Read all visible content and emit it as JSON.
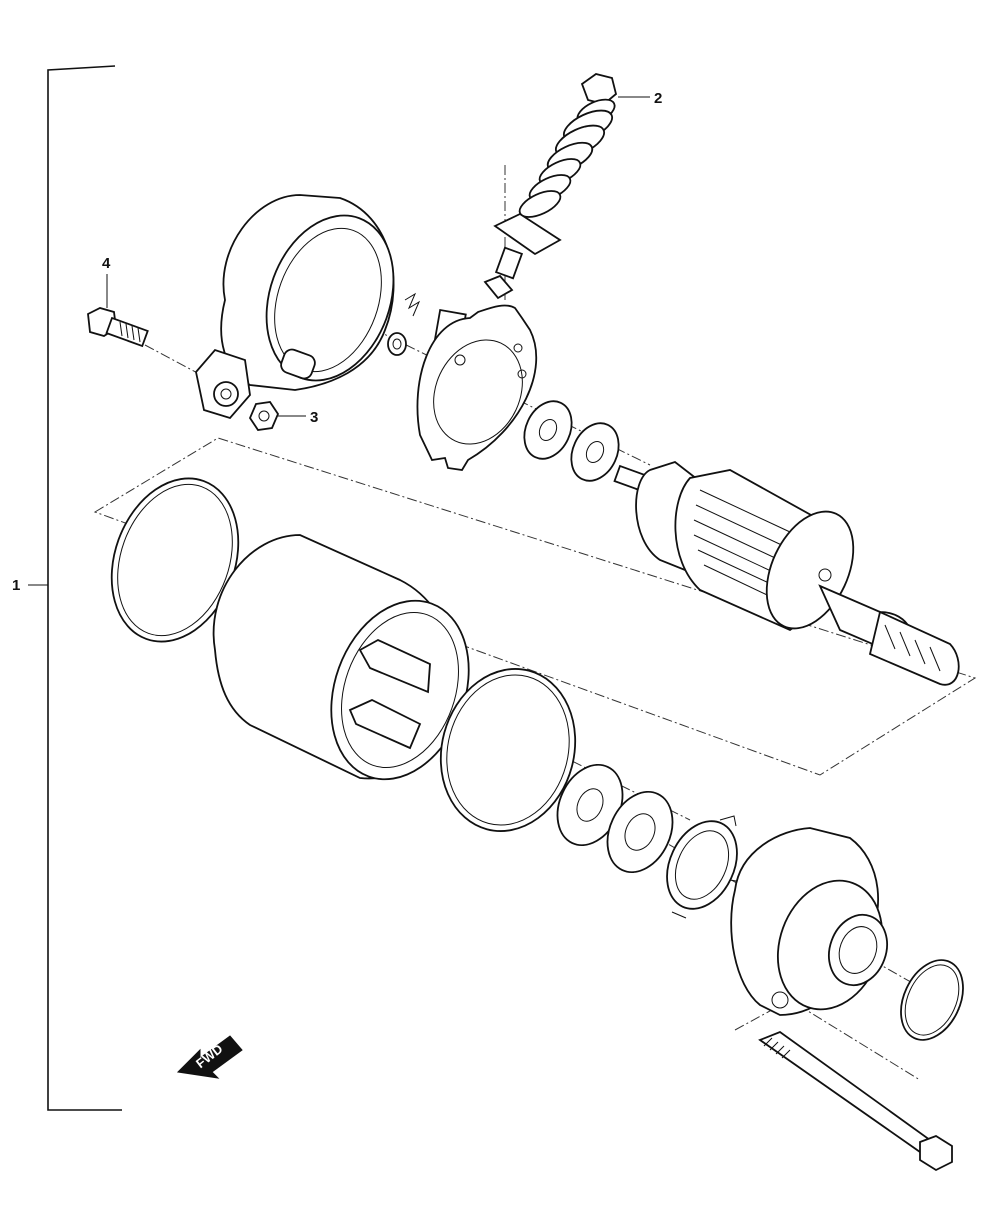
{
  "callouts": [
    {
      "id": "1",
      "label": "1"
    },
    {
      "id": "2",
      "label": "2"
    },
    {
      "id": "3",
      "label": "3"
    },
    {
      "id": "4",
      "label": "4"
    }
  ],
  "direction_indicator": {
    "label": "FWD"
  },
  "colors": {
    "line": "#111111",
    "background": "#ffffff"
  }
}
